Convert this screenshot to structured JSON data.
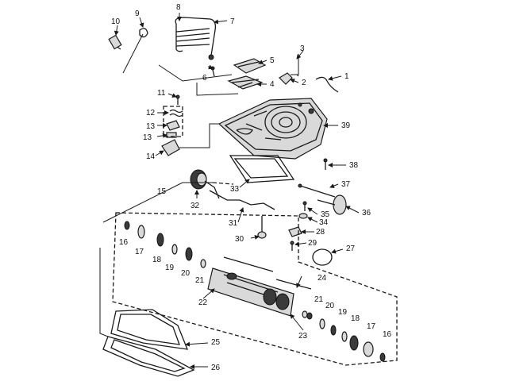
{
  "diagram": {
    "callouts": [
      "1",
      "2",
      "3",
      "4",
      "5",
      "6",
      "7",
      "8",
      "9",
      "10",
      "11",
      "12",
      "13",
      "13",
      "14",
      "15",
      "16",
      "17",
      "18",
      "19",
      "20",
      "21",
      "22",
      "23",
      "24",
      "25",
      "26",
      "27",
      "28",
      "29",
      "30",
      "31",
      "32",
      "33",
      "34",
      "35",
      "36",
      "37",
      "38",
      "39",
      "21",
      "20",
      "19",
      "18",
      "17",
      "16"
    ]
  }
}
